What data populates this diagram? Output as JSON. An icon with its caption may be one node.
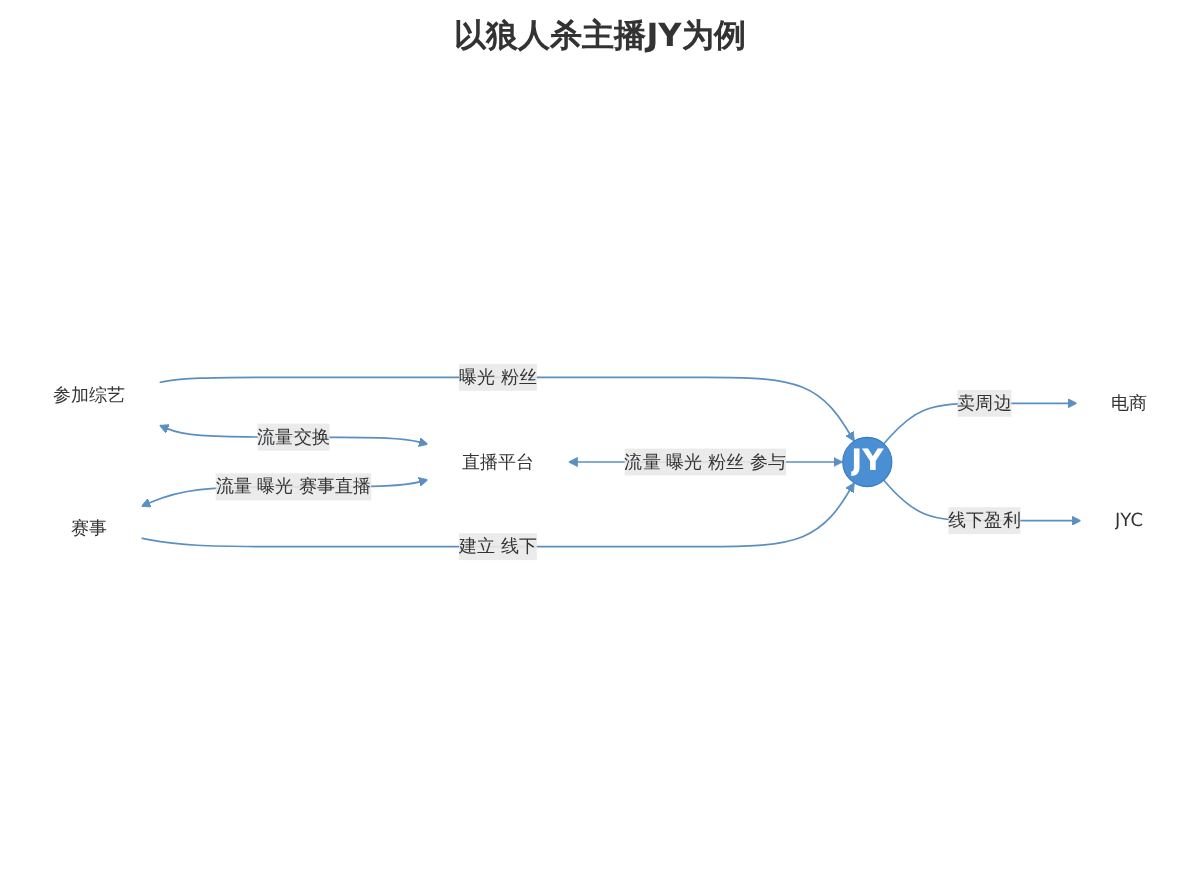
{
  "diagram": {
    "title": "以狼人杀主播JY为例",
    "nodes": [
      {
        "text": [
          "JY"
        ]
      },
      {
        "text": [
          "电商"
        ]
      },
      {
        "text": [
          "参加综艺"
        ]
      },
      {
        "text": [
          "直播平台"
        ]
      },
      {
        "text": [
          "JYC"
        ]
      },
      {
        "text": [
          "赛事"
        ]
      }
    ],
    "edges": [
      {
        "from": 0,
        "to": 1,
        "arrow": "to",
        "label": "卖周边"
      },
      {
        "from": 2,
        "to": 0,
        "arrow": "to",
        "label": "曝光 粉丝"
      },
      {
        "from": 2,
        "to": 3,
        "arrow": "both",
        "label": "流量交换"
      },
      {
        "from": 3,
        "to": 0,
        "arrow": "both",
        "label": "流量 曝光 粉丝 参与"
      },
      {
        "from": 0,
        "to": 4,
        "arrow": "to",
        "label": "线下盈利"
      },
      {
        "from": 5,
        "to": 0,
        "arrow": "to",
        "label": "建立 线下"
      },
      {
        "from": 5,
        "to": 3,
        "arrow": "both",
        "label": "流量 曝光 赛事直播"
      }
    ]
  }
}
